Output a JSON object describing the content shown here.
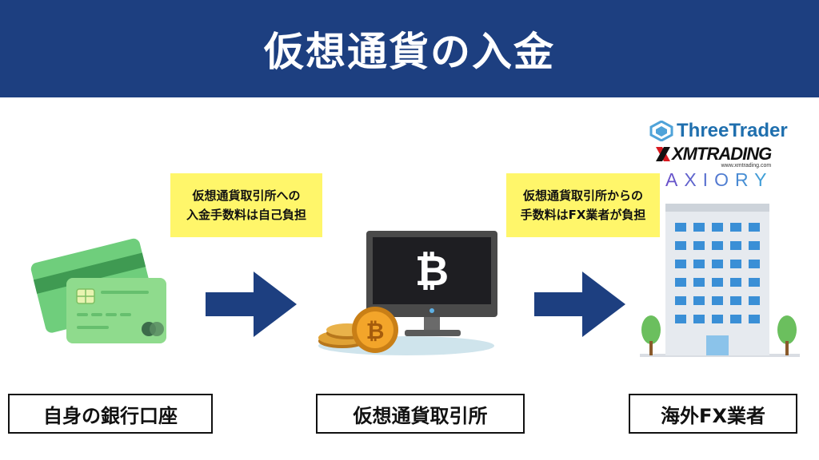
{
  "header": {
    "title": "仮想通貨の入金"
  },
  "notes": {
    "left": {
      "line1": "仮想通貨取引所への",
      "line2": "入金手数料は自己負担"
    },
    "right": {
      "line1": "仮想通貨取引所からの",
      "line2": "手数料はFX業者が負担"
    }
  },
  "labels": {
    "bank": "自身の銀行口座",
    "exchange": "仮想通貨取引所",
    "broker": "海外FX業者"
  },
  "brokers": {
    "threetrader": "ThreeTrader",
    "xm": "XMTRADING",
    "xm_url": "www.xmtrading.com",
    "axiory": "AXIORY"
  },
  "colors": {
    "header_bg": "#1d3f80",
    "arrow": "#1d3f80",
    "note_bg": "#fff66a",
    "card_green": "#5cc46e",
    "building_window": "#3a8fd6"
  },
  "icons": [
    "credit-card-icon",
    "bitcoin-monitor-icon",
    "bitcoin-coin-icon",
    "office-building-icon",
    "tree-icon",
    "right-arrow-icon"
  ]
}
